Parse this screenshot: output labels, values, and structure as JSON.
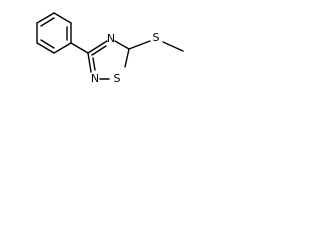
{
  "molecule": {
    "atoms": {
      "n_top": "N",
      "n_bottom": "N",
      "s_ring": "S",
      "s_methyl": "S"
    }
  }
}
